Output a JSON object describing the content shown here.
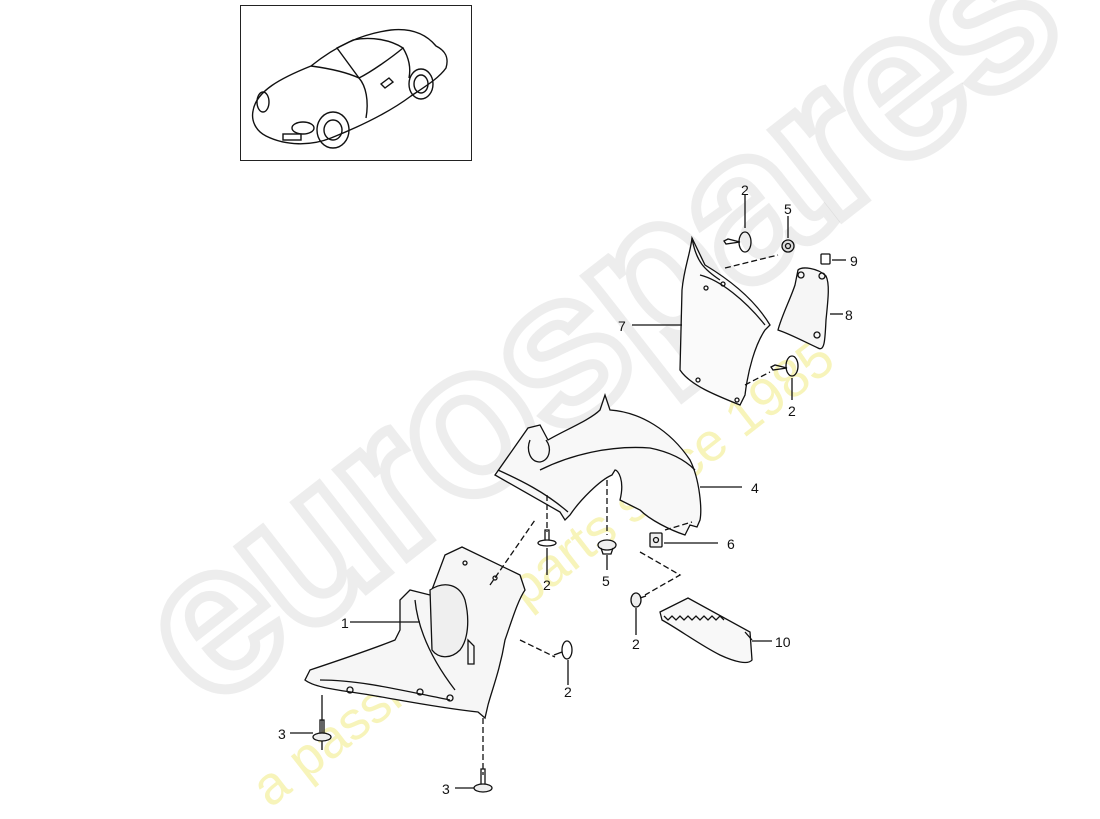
{
  "diagram": {
    "type": "exploded-parts-diagram",
    "subject": "Front wheel housing liner assembly",
    "thumbnail": {
      "label": "vehicle-overview"
    },
    "watermark": {
      "brand": "eurospares",
      "tagline": "a passion for parts since 1985"
    },
    "colors": {
      "line": "#111111",
      "watermark_gray": "#e6e6e6",
      "watermark_yellow": "#f2eea0",
      "background": "#ffffff"
    },
    "callouts": [
      {
        "id": "c1",
        "number": "1",
        "part": "liner-front-lower"
      },
      {
        "id": "c2a",
        "number": "2",
        "part": "screw-upper-left"
      },
      {
        "id": "c5a",
        "number": "5",
        "part": "nut-upper"
      },
      {
        "id": "c9",
        "number": "9",
        "part": "clip-upper"
      },
      {
        "id": "c8",
        "number": "8",
        "part": "bracket-cover"
      },
      {
        "id": "c7",
        "number": "7",
        "part": "liner-rear-section"
      },
      {
        "id": "c2b",
        "number": "2",
        "part": "screw-upper-right"
      },
      {
        "id": "c4",
        "number": "4",
        "part": "wheel-arch-liner"
      },
      {
        "id": "c6",
        "number": "6",
        "part": "speed-nut"
      },
      {
        "id": "c2c",
        "number": "2",
        "part": "screw-middle"
      },
      {
        "id": "c5b",
        "number": "5",
        "part": "nut-middle"
      },
      {
        "id": "c2d",
        "number": "2",
        "part": "screw-lower-mid"
      },
      {
        "id": "c10",
        "number": "10",
        "part": "cover-tray"
      },
      {
        "id": "c2e",
        "number": "2",
        "part": "screw-lower"
      },
      {
        "id": "c3a",
        "number": "3",
        "part": "bolt-left"
      },
      {
        "id": "c3b",
        "number": "3",
        "part": "bolt-bottom"
      }
    ]
  }
}
